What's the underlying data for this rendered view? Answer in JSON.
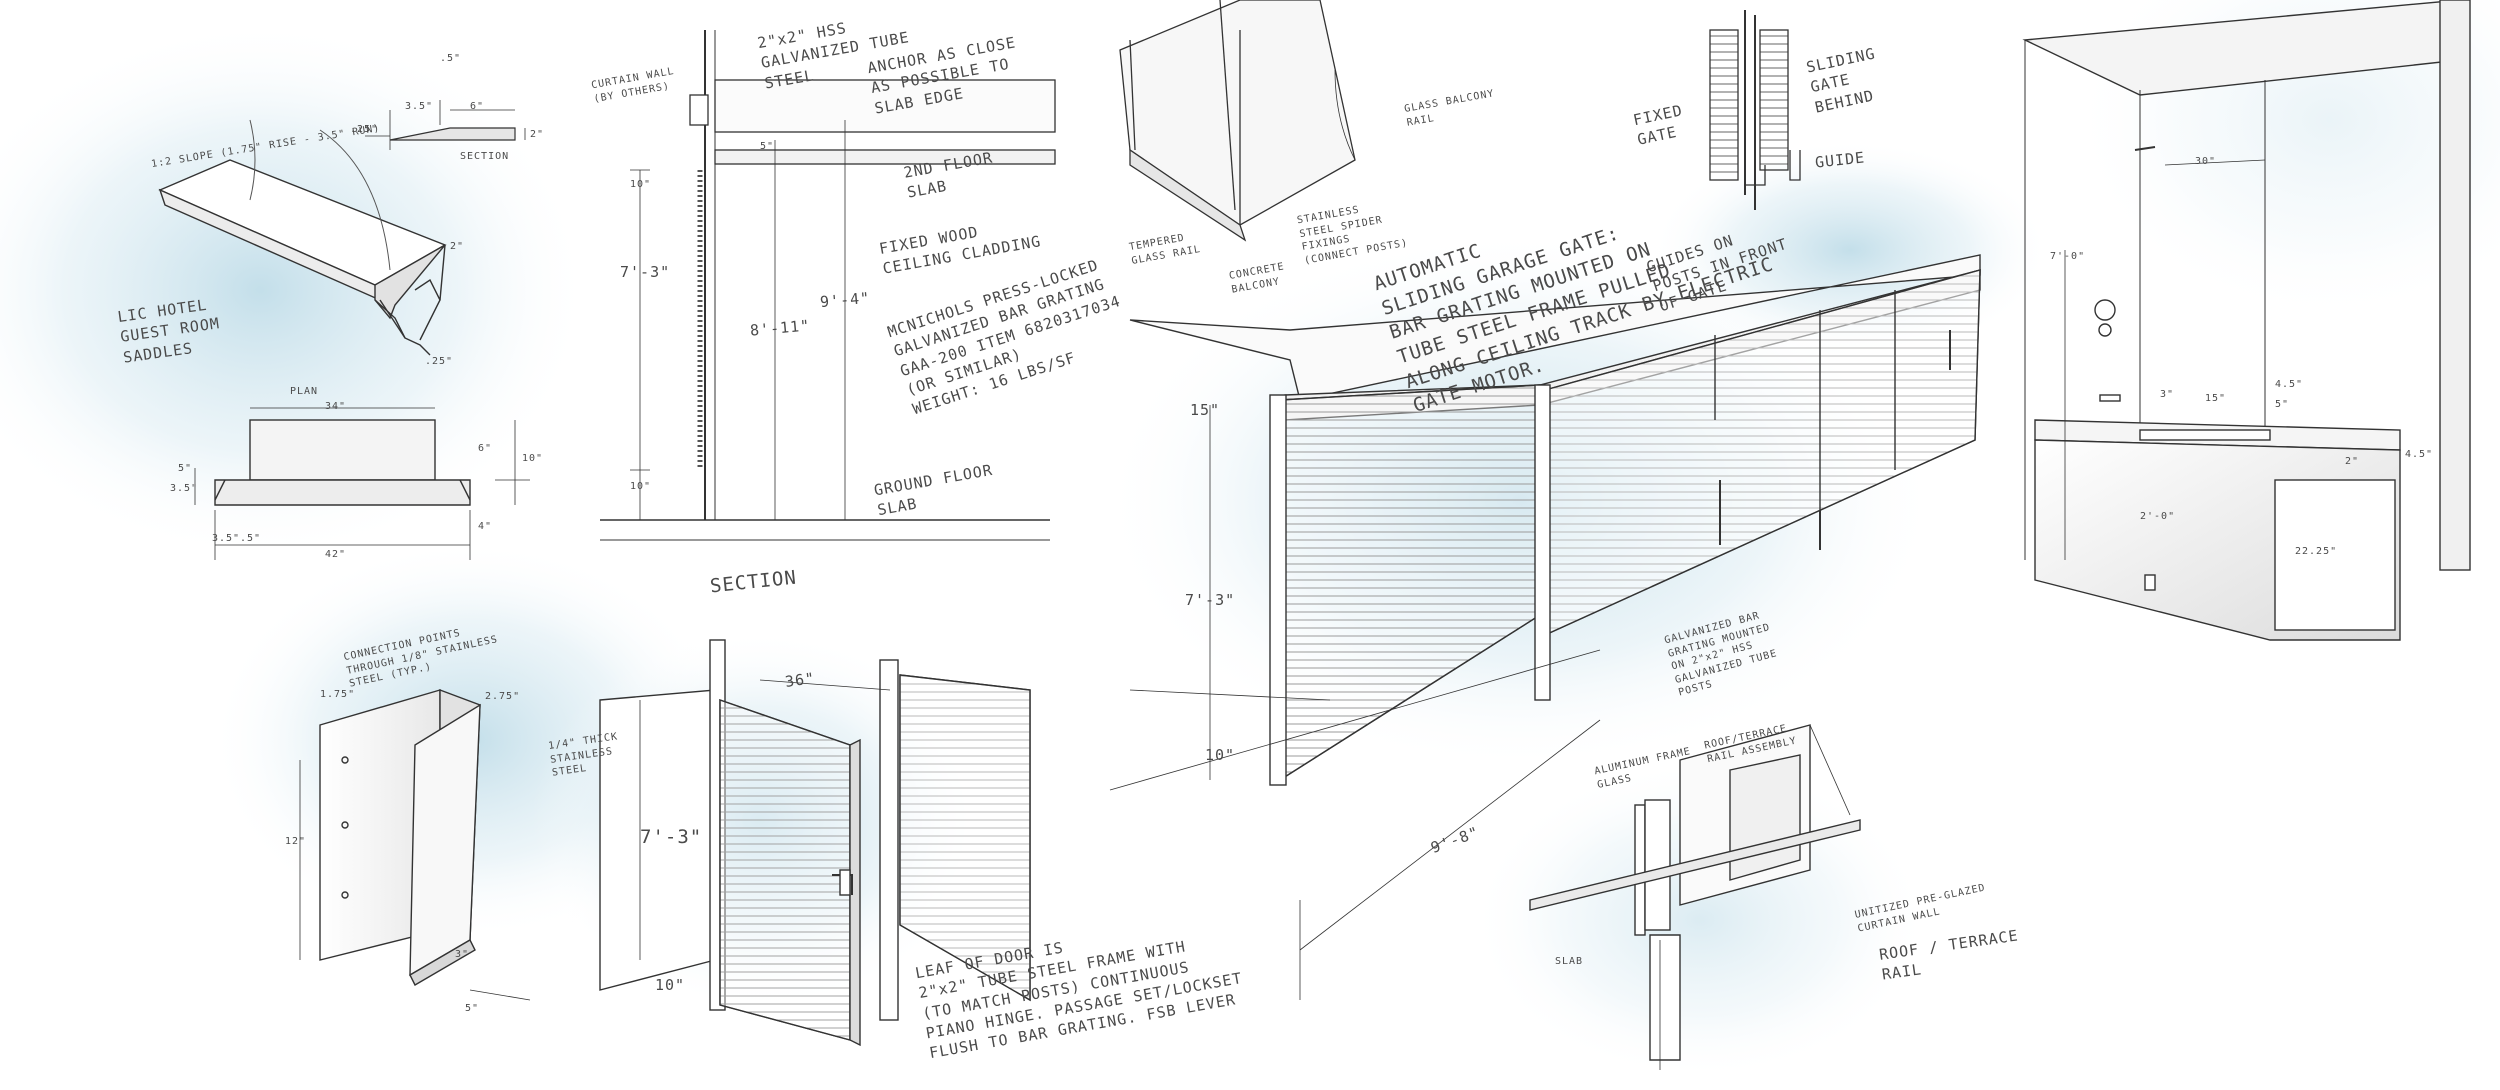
{
  "saddle": {
    "slope": "1:2 SLOPE (1.75\" RISE - 3.5\" RUN)",
    "hotel": "LIC HOTEL\nGUEST ROOM\nSADDLES",
    "dims": {
      "d5": ".5\"",
      "d35": "3.5\"",
      "d6": "6\"",
      "d25": ".25\"",
      "d2": "2\"",
      "section": "SECTION",
      "d2b": "2\"",
      "d25b": ".25\""
    },
    "plan": {
      "title": "PLAN",
      "d34": "34\"",
      "d6": "6\"",
      "d10": "10\"",
      "d5": "5\"",
      "d35": "3.5\"",
      "d4": "4\"",
      "d35b": "3.5\"",
      "d5b": ".5\"",
      "d42": "42\""
    }
  },
  "section": {
    "curtain": "CURTAIN WALL\n(BY OTHERS)",
    "tube": "2\"x2\" HSS\nGALVANIZED TUBE\nSTEEL",
    "anchor": "ANCHOR AS CLOSE\nAS POSSIBLE TO\nSLAB EDGE",
    "slab2": "2ND FLOOR\nSLAB",
    "wood": "FIXED WOOD\nCEILING CLADDING",
    "grating": "MCNICHOLS PRESS-LOCKED\nGALVANIZED BAR GRATING\nGAA-200 ITEM 6820317034\n(OR SIMILAR)\nWEIGHT: 16 LBS/SF",
    "ground": "GROUND FLOOR\nSLAB",
    "title": "SECTION",
    "d10": "10\"",
    "d5": "5\"",
    "d73": "7'-3\"",
    "d811": "8'-11\"",
    "d94": "9'-4\"",
    "d10b": "10\""
  },
  "balcony": {
    "rail": "GLASS BALCONY\nRAIL",
    "tempered": "TEMPERED\nGLASS RAIL",
    "concrete": "CONCRETE\nBALCONY",
    "fixing": "STAINLESS\nSTEEL SPIDER\nFIXINGS\n(CONNECT POSTS)"
  },
  "guide": {
    "fixed": "FIXED\nGATE",
    "sliding": "SLIDING\nGATE\nBEHIND",
    "label": "GUIDE"
  },
  "gate": {
    "auto": "AUTOMATIC\nSLIDING GARAGE GATE:\nBAR GRATING MOUNTED ON\nTUBE STEEL FRAME PULLED\nALONG CEILING TRACK BY ELECTRIC\nGATE MOTOR.",
    "guides": "GUIDES ON\nPOSTS IN FRONT\nOF GATE",
    "galv": "GALVANIZED BAR\nGRATING MOUNTED\nON 2\"x2\" HSS\nGALVANIZED TUBE\nPOSTS",
    "d15": "15\"",
    "d73": "7'-3\"",
    "d10": "10\"",
    "d98": "9'-8\""
  },
  "panel": {
    "top": "CONNECTION POINTS\nTHROUGH 1/8\" STAINLESS\nSTEEL (TYP.)",
    "thick": "1/4\" THICK\nSTAINLESS\nSTEEL",
    "d175": "1.75\"",
    "d275": "2.75\"",
    "d12": "12\"",
    "d3": "3\"",
    "d5": "5\""
  },
  "door": {
    "d36": "36\"",
    "d73": "7'-3\"",
    "d10": "10\"",
    "leaf": "LEAF OF DOOR IS\n2\"x2\" TUBE STEEL FRAME WITH\n(TO MATCH POSTS) CONTINUOUS\nPIANO HINGE. PASSAGE SET/LOCKSET\nFLUSH TO BAR GRATING. FSB LEVER"
  },
  "roof": {
    "frame": "ALUMINUM FRAME\nGLASS",
    "rail": "ROOF/TERRACE\nRAIL ASSEMBLY",
    "curtain": "UNITIZED PRE-GLAZED\nCURTAIN WALL",
    "slab": "SLAB",
    "title": "ROOF / TERRACE\nRAIL"
  },
  "shower": {
    "d70": "7'-0\"",
    "d30": "30\"",
    "d15": "15\"",
    "d3": "3\"",
    "d45": "4.5\"",
    "d5": "5\"",
    "d45b": "4.5\"",
    "d2": "2\"",
    "d20": "2'-0\"",
    "d2225": "22.25\""
  }
}
